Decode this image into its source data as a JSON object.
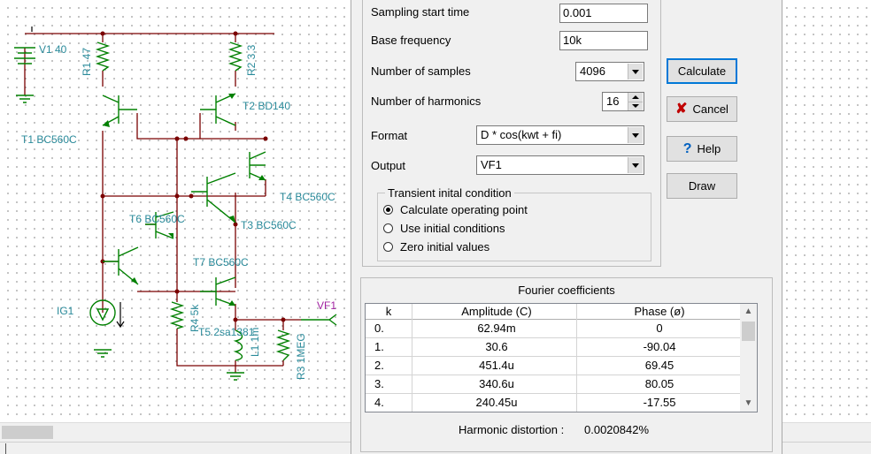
{
  "schematic": {
    "labels": {
      "v1": "V1 40",
      "r1": "R1 47",
      "r2": "R2 3.3",
      "t1": "T1 BC560C",
      "t2": "T2 BD140",
      "t3": "T3 BC560C",
      "t4": "T4 BC560C",
      "t5": "T5 2sa1381",
      "t6": "T6 BC560C",
      "t7": "T7 BC560C",
      "ig1": "IG1",
      "r4": "R4 5k",
      "l1": "L1 1m",
      "r3": "R3 1MEG",
      "vf1": "VF1"
    }
  },
  "dialog": {
    "fields": {
      "sampling_start_time": {
        "label": "Sampling start time",
        "value": "0.001"
      },
      "base_frequency": {
        "label": "Base frequency",
        "value": "10k"
      },
      "number_of_samples": {
        "label": "Number of samples",
        "value": "4096"
      },
      "number_of_harmonics": {
        "label": "Number of harmonics",
        "value": "16"
      },
      "format": {
        "label": "Format",
        "value": "D * cos(kwt + fi)"
      },
      "output": {
        "label": "Output",
        "value": "VF1"
      }
    },
    "buttons": {
      "calculate": "Calculate",
      "cancel": "Cancel",
      "help": "Help",
      "draw": "Draw"
    },
    "transient": {
      "title": "Transient inital condition",
      "options": [
        "Calculate operating point",
        "Use initial conditions",
        "Zero initial values"
      ],
      "selected": 0
    },
    "fourier": {
      "title": "Fourier coefficients",
      "columns": [
        "k",
        "Amplitude (C)",
        "Phase (ø)"
      ],
      "rows": [
        [
          "0.",
          "62.94m",
          "0"
        ],
        [
          "1.",
          "30.6",
          "-90.04"
        ],
        [
          "2.",
          "451.4u",
          "69.45"
        ],
        [
          "3.",
          "340.6u",
          "80.05"
        ],
        [
          "4.",
          "240.45u",
          "-17.55"
        ]
      ],
      "harmonic_distortion_label": "Harmonic distortion :",
      "harmonic_distortion_value": "0.0020842%"
    }
  },
  "colors": {
    "wire": "#7a0000",
    "component": "#008000",
    "label": "#2a8a9a",
    "default_button_border": "#0078d7"
  }
}
